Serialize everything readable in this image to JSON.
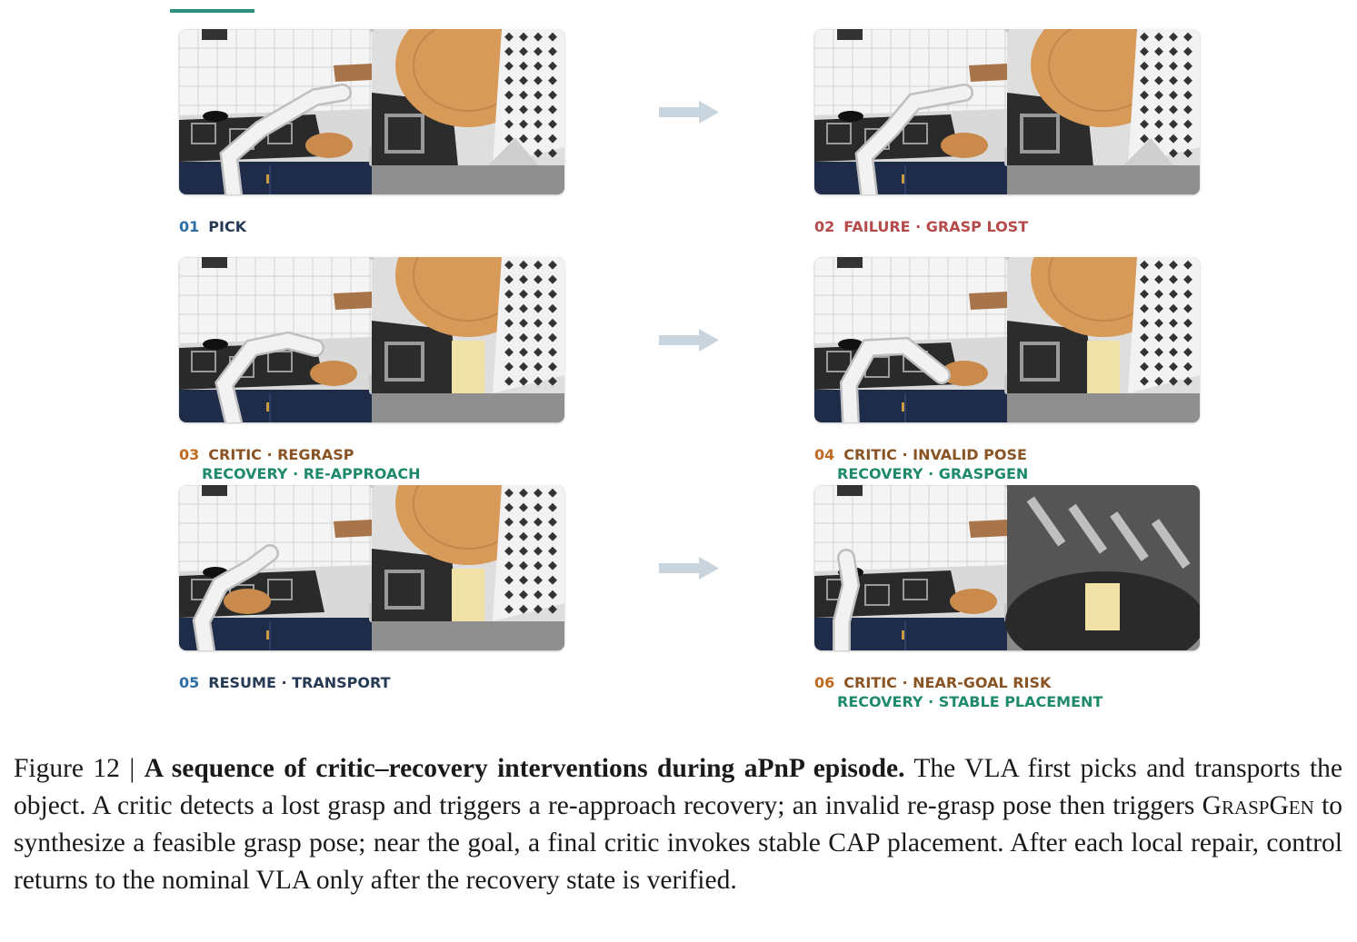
{
  "panels": [
    {
      "num": "01",
      "title": "PICK",
      "sub": "",
      "failure": false
    },
    {
      "num": "02",
      "title": "FAILURE · GRASP LOST",
      "sub": "",
      "failure": true
    },
    {
      "num": "03",
      "title": "CRITIC · REGRASP",
      "sub": "RECOVERY · RE-APPROACH",
      "failure": false
    },
    {
      "num": "04",
      "title": "CRITIC · INVALID POSE",
      "sub": "RECOVERY · GRASPGEN",
      "failure": false
    },
    {
      "num": "05",
      "title": "RESUME · TRANSPORT",
      "sub": "",
      "failure": false
    },
    {
      "num": "06",
      "title": "CRITIC · NEAR-GOAL RISK",
      "sub": "RECOVERY · STABLE PLACEMENT",
      "failure": false
    }
  ],
  "caption": {
    "figure_label": "Figure 12 |",
    "bold_title": "A sequence of critic–recovery interventions during aPnP episode.",
    "text_before_graspgen": "The VLA first picks and transports the object. A critic detects a lost grasp and triggers a re-approach recovery; an invalid re-grasp pose then triggers",
    "graspgen": "GraspGen",
    "text_after_graspgen": "to synthesize a feasible grasp pose; near the goal, a final critic invokes stable CAP placement. After each local repair, control returns to the nominal VLA only after the recovery state is verified."
  },
  "colors": {
    "accent_teal": "#2f8f7c",
    "label_blue": "#2e6da4",
    "label_navy": "#263a55",
    "label_red": "#b44a4a",
    "label_brown": "#8a5324",
    "label_green": "#1f8a6b",
    "arrow": "#c9d5de"
  }
}
